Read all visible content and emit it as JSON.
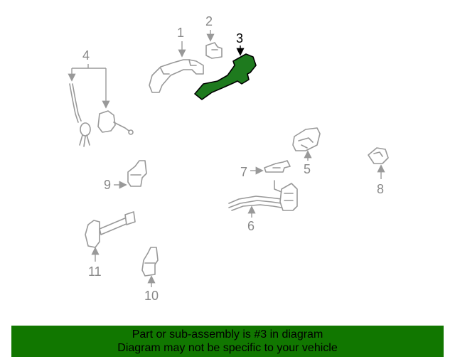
{
  "callouts": {
    "c1": "1",
    "c2": "2",
    "c3": "3",
    "c4": "4",
    "c5": "5",
    "c6": "6",
    "c7": "7",
    "c8": "8",
    "c9": "9",
    "c10": "10",
    "c11": "11"
  },
  "colors": {
    "highlight": "#1e7a1e",
    "banner": "#117700",
    "line": "#999999"
  },
  "banner": {
    "line1": "Part or sub-assembly is #3 in diagram",
    "line2": "Diagram may not be specific to your vehicle"
  }
}
